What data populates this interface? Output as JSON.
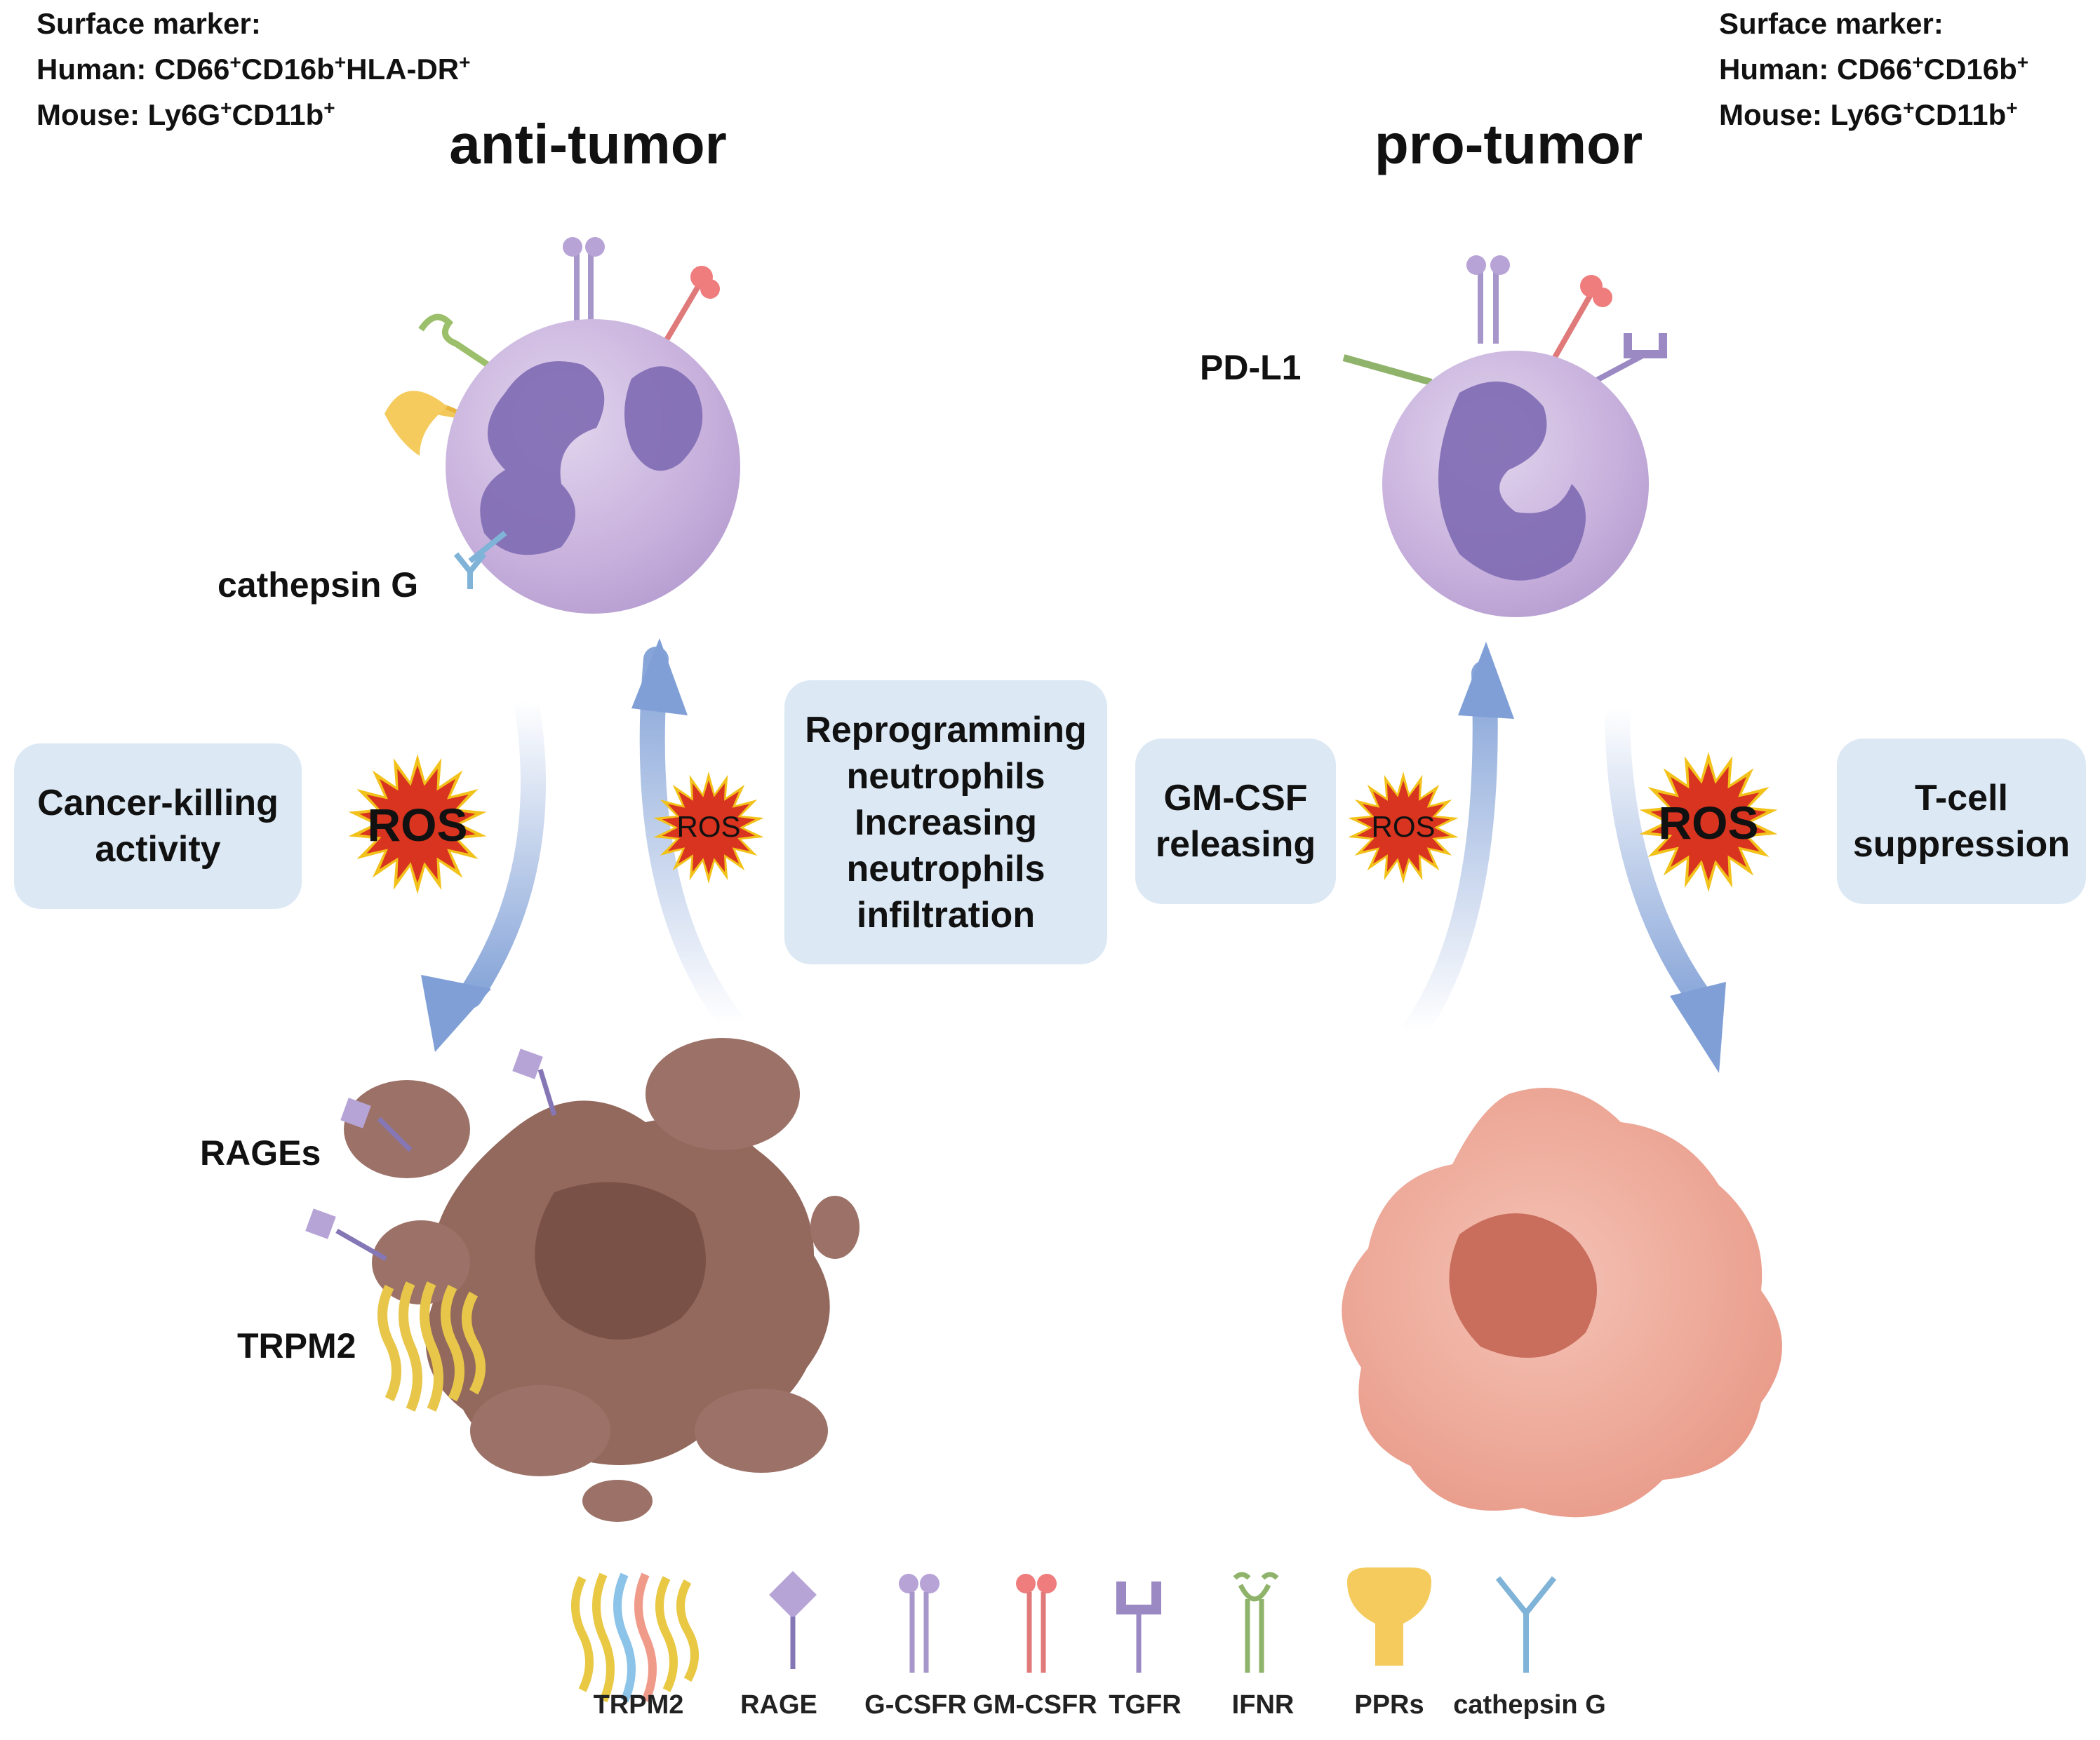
{
  "left_marker": {
    "title": "Surface marker:",
    "human_prefix": "Human: ",
    "human_markers": [
      [
        "CD66",
        "+"
      ],
      [
        "CD16b",
        "+"
      ],
      [
        "HLA-DR",
        "+"
      ]
    ],
    "mouse_prefix": "Mouse: ",
    "mouse_markers": [
      [
        "Ly6G",
        "+"
      ],
      [
        "CD11b",
        "+"
      ]
    ]
  },
  "right_marker": {
    "title": "Surface marker:",
    "human_prefix": "Human: ",
    "human_markers": [
      [
        "CD66",
        "+"
      ],
      [
        "CD16b",
        "+"
      ]
    ],
    "mouse_prefix": "Mouse: ",
    "mouse_markers": [
      [
        "Ly6G",
        "+"
      ],
      [
        "CD11b",
        "+"
      ]
    ]
  },
  "headings": {
    "left": "anti-tumor",
    "right": "pro-tumor"
  },
  "labels": {
    "cathepsin": "cathepsin G",
    "pdl1": "PD-L1",
    "rages": "RAGEs",
    "trpm2": "TRPM2"
  },
  "boxes": {
    "cancer_killing": [
      "Cancer-killing",
      "activity"
    ],
    "reprogramming": [
      "Reprogramming",
      "neutrophils",
      "Increasing",
      "neutrophils",
      "infiltration"
    ],
    "gmcsf": [
      "GM-CSF",
      "releasing"
    ],
    "tcell": [
      "T-cell",
      "suppression"
    ]
  },
  "ros_bursts": [
    {
      "label": "ROS",
      "size": "large"
    },
    {
      "label": "ROS",
      "size": "small"
    },
    {
      "label": "ROS",
      "size": "small"
    },
    {
      "label": "ROS",
      "size": "large"
    }
  ],
  "legend": [
    {
      "label": "TRPM2",
      "icon": "trpm2-channel-icon"
    },
    {
      "label": "RAGE",
      "icon": "rage-receptor-icon"
    },
    {
      "label": "G-CSFR",
      "icon": "gcsfr-receptor-icon"
    },
    {
      "label": "GM-CSFR",
      "icon": "gmcsfr-receptor-icon"
    },
    {
      "label": "TGFR",
      "icon": "tgfr-receptor-icon"
    },
    {
      "label": "IFNR",
      "icon": "ifnr-receptor-icon"
    },
    {
      "label": "PPRs",
      "icon": "pprs-receptor-icon"
    },
    {
      "label": "cathepsin G",
      "icon": "cathepsin-g-icon"
    }
  ],
  "colors": {
    "box_fill": "#dce9f5",
    "arrow": "#7f9fd6",
    "ros_outer": "#f2c21b",
    "ros_inner": "#d9341f",
    "neutrophil_body": "#c9b3dd",
    "neutrophil_nucleus": "#7e6ab3",
    "dying_cell": "#93685d",
    "tumor_cell": "#eba08f"
  }
}
